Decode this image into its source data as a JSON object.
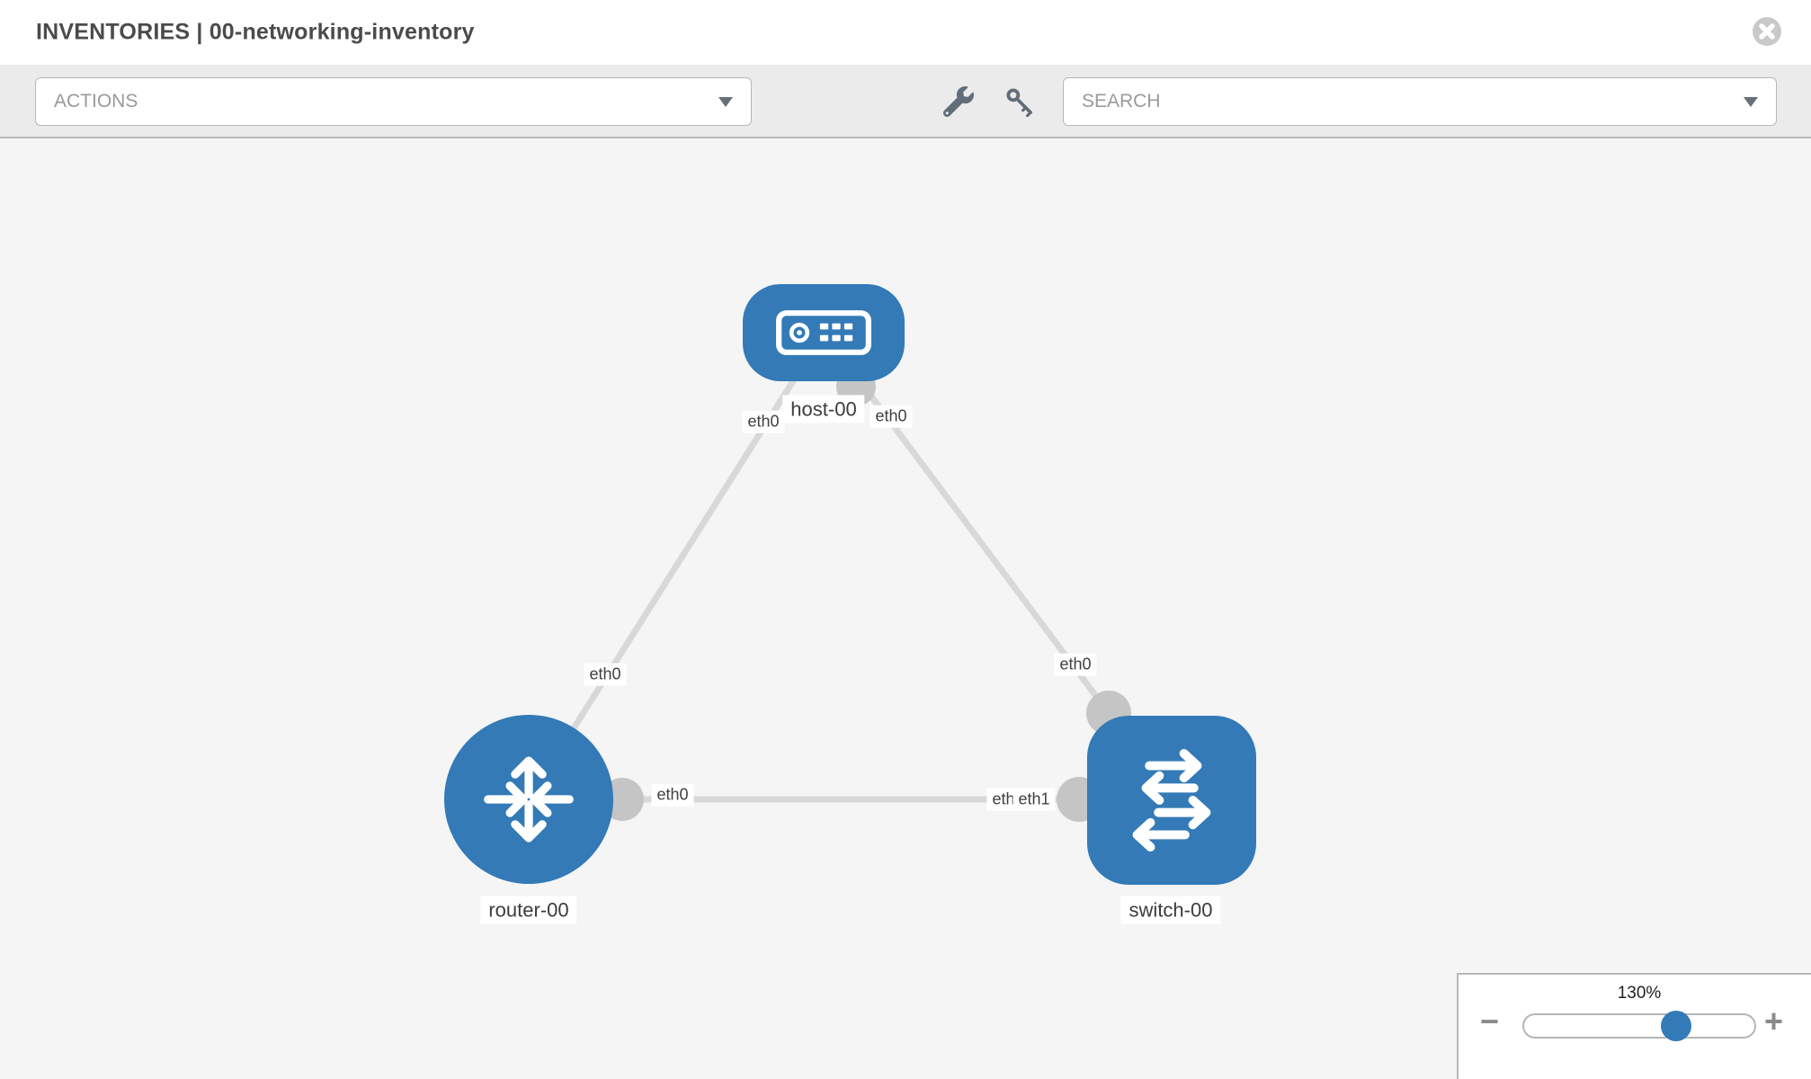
{
  "header": {
    "title": "INVENTORIES | 00-networking-inventory"
  },
  "toolbar": {
    "actions_label": "ACTIONS",
    "search_label": "SEARCH"
  },
  "icons": {
    "close": "close-icon",
    "wrench": "wrench-icon",
    "key": "key-icon",
    "caret": "chevron-down-icon"
  },
  "diagram": {
    "nodes": [
      {
        "label": "host-00",
        "type": "host"
      },
      {
        "label": "router-00",
        "type": "router"
      },
      {
        "label": "switch-00",
        "type": "switch"
      }
    ],
    "interfaces": {
      "host_left": "eth0",
      "host_right": "eth0",
      "router_top": "eth0",
      "switch_top": "eth0",
      "router_right": "eth0",
      "switch_left_under": "eth0",
      "switch_left_over": "eth1"
    }
  },
  "zoom_control": {
    "level": "130%",
    "minus": "−",
    "plus": "+"
  },
  "colors": {
    "node_blue": "#337ab7",
    "link_gray": "#d8d8d8",
    "connector_gray": "#c5c5c5",
    "toolbar_bg": "#ebebeb",
    "canvas_bg": "#f5f5f5"
  }
}
